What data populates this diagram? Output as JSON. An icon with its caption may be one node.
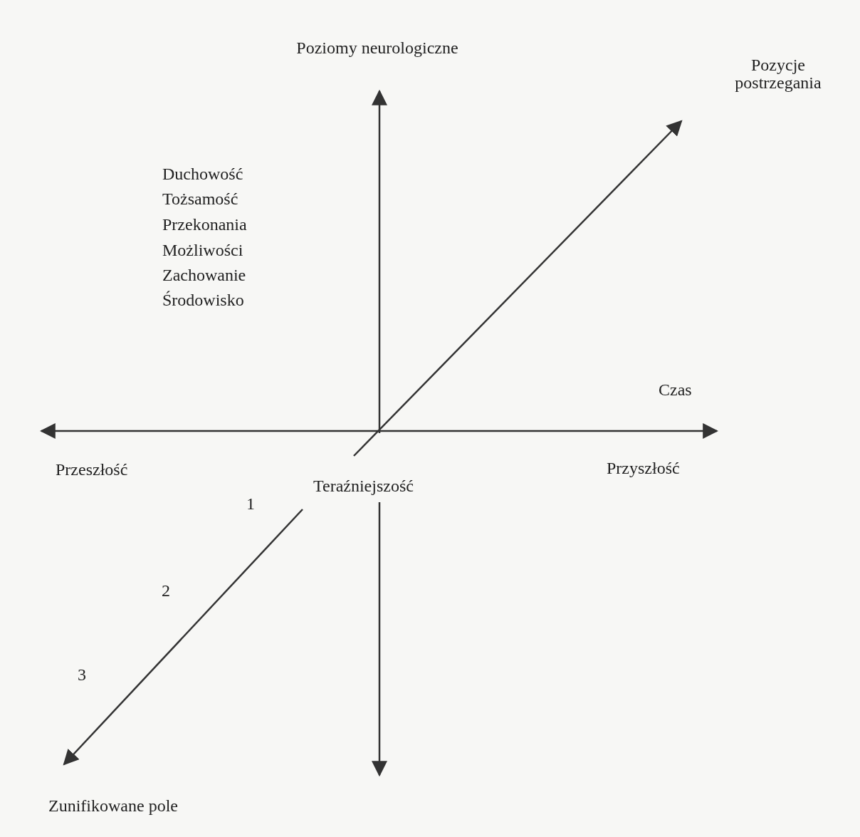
{
  "diagram": {
    "labels": [
      "Poziomy neurologiczne",
      "Pozycje postrzegania",
      "Duchowość",
      "Tożsamość",
      "Przekonania",
      "Możliwości",
      "Zachowanie",
      "Środowisko",
      "Czas",
      "Przeszłość",
      "Przyszłość",
      "Teraźniejszość",
      "1",
      "2",
      "3",
      "Zunifikowane pole"
    ]
  }
}
